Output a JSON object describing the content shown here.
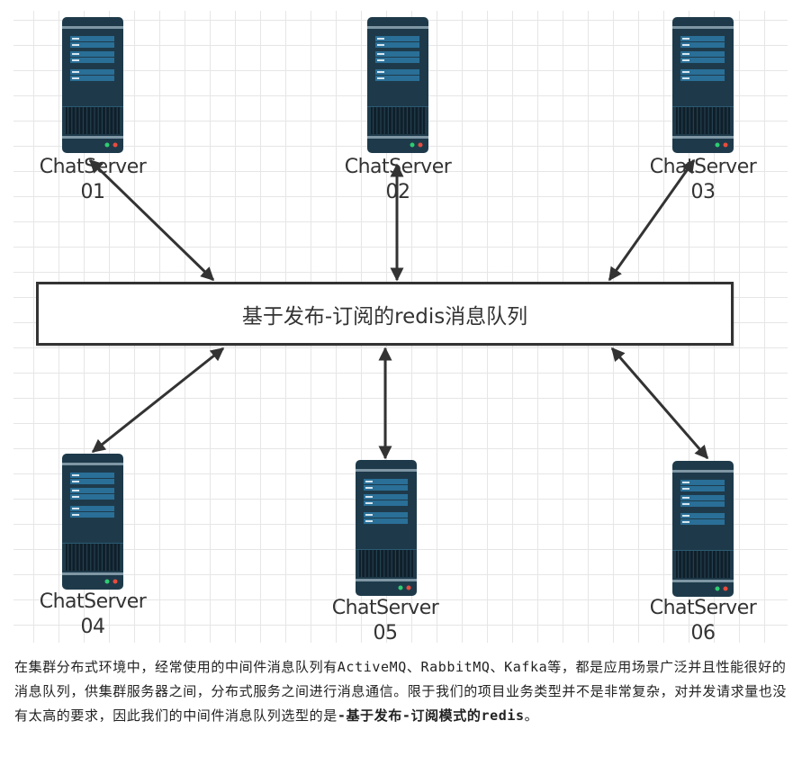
{
  "diagram": {
    "queue_label": "基于发布-订阅的redis消息队列",
    "servers": [
      {
        "name": "ChatServer",
        "id": "01"
      },
      {
        "name": "ChatServer",
        "id": "02"
      },
      {
        "name": "ChatServer",
        "id": "03"
      },
      {
        "name": "ChatServer",
        "id": "04"
      },
      {
        "name": "ChatServer",
        "id": "05"
      },
      {
        "name": "ChatServer",
        "id": "06"
      }
    ],
    "connections": [
      {
        "from": "ChatServer 01",
        "to": "queue",
        "direction": "bidirectional"
      },
      {
        "from": "ChatServer 02",
        "to": "queue",
        "direction": "bidirectional"
      },
      {
        "from": "ChatServer 03",
        "to": "queue",
        "direction": "bidirectional"
      },
      {
        "from": "ChatServer 04",
        "to": "queue",
        "direction": "bidirectional"
      },
      {
        "from": "ChatServer 05",
        "to": "queue",
        "direction": "bidirectional"
      },
      {
        "from": "ChatServer 06",
        "to": "queue",
        "direction": "bidirectional"
      }
    ],
    "colors": {
      "server_body": "#1e3a4a",
      "server_panel": "#2a6f97",
      "led_green": "#2ecc71",
      "led_red": "#e74c3c",
      "arrow": "#333333"
    }
  },
  "description": {
    "normal": "在集群分布式环境中，经常使用的中间件消息队列有ActiveMQ、RabbitMQ、Kafka等，都是应用场景广泛并且性能很好的消息队列，供集群服务器之间，分布式服务之间进行消息通信。限于我们的项目业务类型并不是非常复杂，对并发请求量也没有太高的要求，因此我们的中间件消息队列选型的是",
    "bold": "-基于发布-订阅模式的redis",
    "end": "。"
  }
}
